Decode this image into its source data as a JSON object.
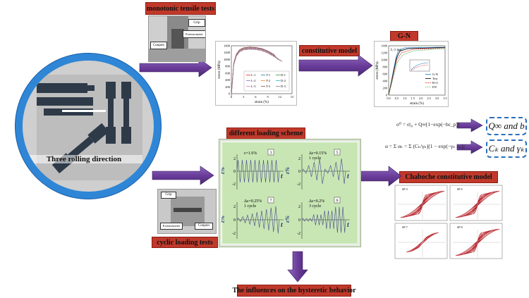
{
  "labels": {
    "monotonic": "monotonic tensile tests",
    "constitutive": "constitutive model",
    "gn": "G-N",
    "loading": "different loading scheme",
    "chaboche": "Chaboche constitutive model",
    "cyclic": "cyclic loading tests",
    "influences": "The influences on the hysteretic behavior"
  },
  "circle_label": "Three rolling direction",
  "photo_labels": {
    "grip": "Grip",
    "extensometer": "Extensometer",
    "coupon": "Coupon"
  },
  "tensile_chart": {
    "ylabel": "stress (MPa)",
    "xlabel": "strain (%)",
    "yticks": [
      "0",
      "200",
      "400",
      "600",
      "800",
      "1000",
      "1200",
      "1400"
    ],
    "xticks": [
      "0",
      "3",
      "6",
      "9",
      "12",
      "15"
    ],
    "legend": [
      "L-1",
      "T-1",
      "D-1",
      "L-2",
      "T-2",
      "D-2",
      "L-3",
      "T-3",
      "D-3"
    ]
  },
  "gn_chart": {
    "ylabel": "stress (MPa)",
    "xlabel": "strain (%)",
    "yticks": [
      "0",
      "200",
      "400",
      "600",
      "800",
      "1000",
      "1200",
      "1400"
    ],
    "xticks": [
      "0.0",
      "0.5",
      "1.0",
      "1.5",
      "2.0",
      "2.5",
      "3.0",
      "3.5"
    ],
    "inner_label": "L-1 test",
    "legend": [
      "G-N",
      "Test",
      "R-O",
      "EN"
    ]
  },
  "equations": {
    "eq1": "σ⁰ = σ|₀ + Q∞[1−exp(−bε_p)]",
    "eq2": "α = Σ αₖ = Σ (Cₖ/γₖ)[1 − exp(−γₖ εₚ)]",
    "result1": "Q∞ and b",
    "result2": "Cₖ and γₖ"
  },
  "loading_panels": [
    {
      "label": "ε=1.6%",
      "num": "3",
      "cycle": ""
    },
    {
      "label": "Δε=0.15%",
      "num": "5",
      "cycle": "1 cycle"
    },
    {
      "label": "Δε=0.25%",
      "num": "7",
      "cycle": "1 cycle"
    },
    {
      "label": "Δε=0.2%",
      "num": "9",
      "cycle": "3 cycle"
    }
  ],
  "loading_axis": {
    "ylabel": "ε%",
    "xlabel": "t",
    "ticks": [
      "2",
      "0",
      "-2"
    ]
  },
  "hysteresis_titles": [
    "SP-3",
    "SP-5",
    "SP-7",
    "SP-9"
  ],
  "colors": {
    "label_red": "#c0392b",
    "arrow_purple": "#6a3d9a",
    "ring_blue": "#2f86d6",
    "panel_green": "#c7e6b4",
    "dash_blue": "#2a6ebb",
    "loop_red": "#b3141c"
  }
}
